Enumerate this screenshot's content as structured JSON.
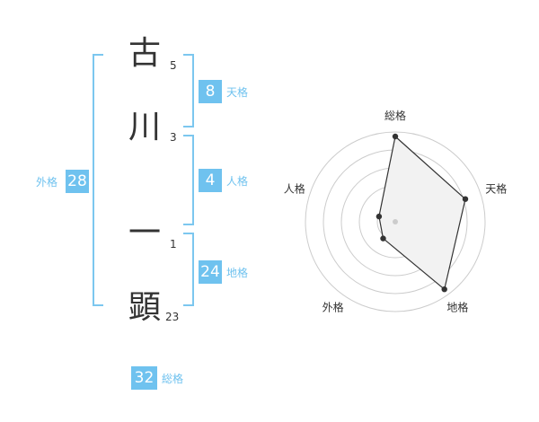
{
  "name_chars": [
    {
      "char": "古",
      "strokes": "5"
    },
    {
      "char": "川",
      "strokes": "3"
    },
    {
      "char": "一",
      "strokes": "1"
    },
    {
      "char": "顕",
      "strokes": "23"
    }
  ],
  "scores": {
    "tenkaku": {
      "value": "8",
      "label": "天格"
    },
    "jinkaku": {
      "value": "4",
      "label": "人格"
    },
    "chikaku": {
      "value": "24",
      "label": "地格"
    },
    "gaikaku": {
      "value": "28",
      "label": "外格"
    },
    "soukaku": {
      "value": "32",
      "label": "総格"
    }
  },
  "colors": {
    "accent": "#6fc2ef",
    "bracket": "#7cc7ef",
    "radar_fill": "#f2f2f2",
    "radar_ring": "#cccccc",
    "text": "#333333"
  },
  "chart_data": {
    "type": "radar",
    "axes": [
      "総格",
      "天格",
      "地格",
      "外格",
      "人格"
    ],
    "series": [
      {
        "values": [
          0.95,
          0.82,
          0.93,
          0.23,
          0.19
        ]
      }
    ],
    "ylim": [
      0,
      1
    ],
    "rings": 5,
    "grid": true
  }
}
